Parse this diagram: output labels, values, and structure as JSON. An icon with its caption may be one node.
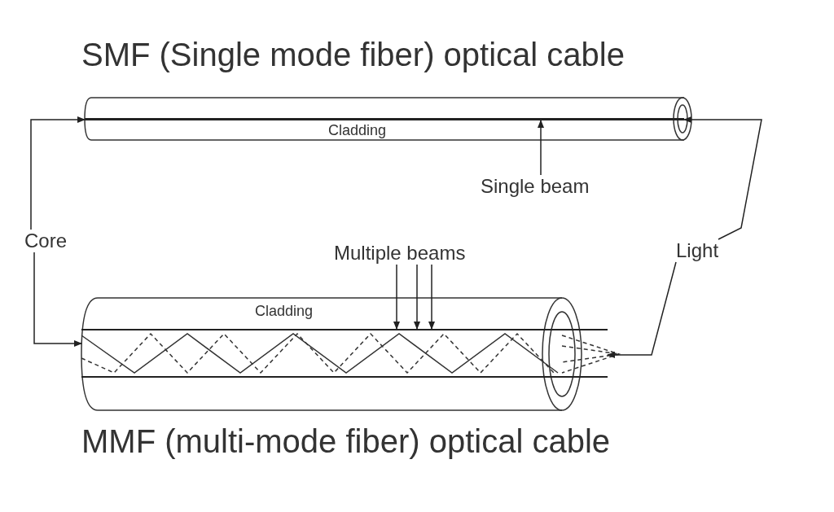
{
  "diagram": {
    "nodes": [
      {
        "text": [
          "Core"
        ]
      },
      {
        "text": [
          "Light"
        ]
      },
      {
        "text": [
          "Single beam"
        ]
      },
      {
        "text": [
          "Multiple beams"
        ]
      },
      {
        "text": [],
        "shape": "bar"
      },
      {
        "text": [],
        "shape": "bar"
      }
    ],
    "edges": [
      {
        "from": 0,
        "to": 4,
        "arrow": "to"
      },
      {
        "from": 0,
        "to": 5,
        "arrow": "to"
      },
      {
        "from": 1,
        "to": 4,
        "arrow": "to"
      },
      {
        "from": 1,
        "to": 5,
        "arrow": "to"
      },
      {
        "from": 2,
        "to": 4,
        "arrow": "to"
      },
      {
        "from": 3,
        "to": 5,
        "arrow": "to"
      },
      {
        "from": 3,
        "to": 5,
        "arrow": "to"
      },
      {
        "from": 3,
        "to": 5,
        "arrow": "to"
      }
    ],
    "labels": [
      "SMF (Single mode fiber) optical cable",
      "Cladding",
      "Cladding",
      "MMF (multi-mode fiber) optical cable"
    ]
  }
}
